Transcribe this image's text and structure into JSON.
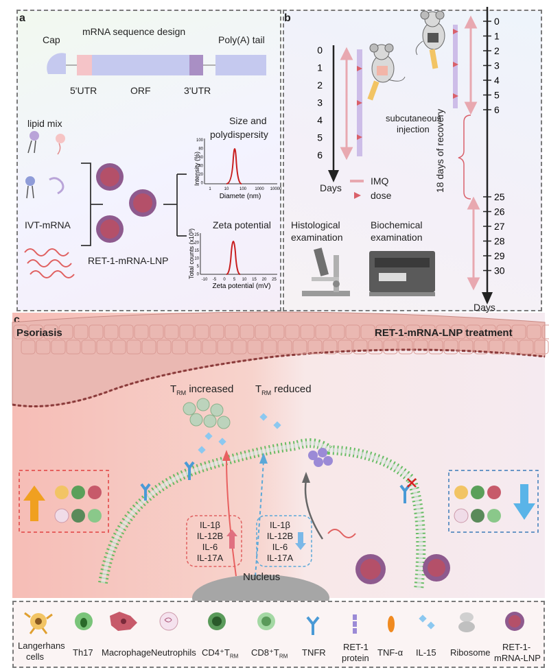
{
  "panel_a": {
    "letter": "a",
    "mrna_title": "mRNA sequence design",
    "cap": "Cap",
    "polya": "Poly(A) tail",
    "utr5": "5'UTR",
    "orf": "ORF",
    "utr3": "3'UTR",
    "lipid_mix": "lipid mix",
    "ivt_mrna": "IVT-mRNA",
    "lnp_label": "RET-1-mRNA-LNP",
    "size_title_1": "Size and",
    "size_title_2": "polydispersity",
    "size_ylabel": "Intensity (%)",
    "size_xlabel": "Diamete (nm)",
    "size_yticks": [
      "100",
      "80",
      "60",
      "40",
      "20",
      "0"
    ],
    "size_xticks": [
      "1",
      "10",
      "100",
      "1000",
      "10000"
    ],
    "zeta_title": "Zeta potential",
    "zeta_ylabel": "Total counts (x10³)",
    "zeta_xlabel": "Zeta potential (mV)",
    "zeta_yticks": [
      "25",
      "20",
      "15",
      "10",
      "5",
      "0"
    ],
    "zeta_xticks": [
      "-10",
      "-5",
      "0",
      "5",
      "10",
      "15",
      "20",
      "25"
    ]
  },
  "panel_b": {
    "letter": "b",
    "left_days": [
      "0",
      "1",
      "2",
      "3",
      "4",
      "5",
      "6"
    ],
    "left_axis_label": "Days",
    "subq": "subcutaneous",
    "injection": "injection",
    "imq": "IMQ",
    "dose": "dose",
    "histo_1": "Histological",
    "histo_2": "examination",
    "bio_1": "Biochemical",
    "bio_2": "examination",
    "right_days": [
      "0",
      "1",
      "2",
      "3",
      "4",
      "5",
      "6",
      "25",
      "26",
      "27",
      "28",
      "29",
      "30"
    ],
    "recovery": "18 days of recovery",
    "right_axis_label": "Days"
  },
  "panel_c": {
    "letter": "c",
    "psoriasis": "Psoriasis",
    "treatment": "RET-1-mRNA-LNP treatment",
    "trm_inc": "T",
    "trm_inc_sub": "RM",
    "trm_inc_rest": " increased",
    "trm_red": "T",
    "trm_red_sub": "RM",
    "trm_red_rest": " reduced",
    "cytokines": [
      "IL-1β",
      "IL-12B",
      "IL-6",
      "IL-17A"
    ],
    "nucleus": "Nucleus"
  },
  "legend": {
    "items": [
      "Langerhans cells",
      "Th17",
      "Macrophage",
      "Neutrophils",
      "CD4⁺T",
      "CD8⁺T",
      "TNFR",
      "RET-1 protein",
      "TNF-α",
      "IL-15",
      "Ribosome",
      "RET-1- mRNA-LNP"
    ],
    "langerhans_1": "Langerhans",
    "langerhans_2": "cells",
    "cd4": "CD4⁺T",
    "cd8": "CD8⁺T",
    "rm": "RM",
    "ret1_1": "RET-1",
    "ret1_2": "protein",
    "lnp_1": "RET-1-",
    "lnp_2": "mRNA-LNP"
  },
  "colors": {
    "imq": "#e8a8b0",
    "dose": "#d9606a",
    "peak": "#c81e1e",
    "up": "#f0a020",
    "down": "#5ab4e8",
    "skin": "#f3c9c2"
  }
}
